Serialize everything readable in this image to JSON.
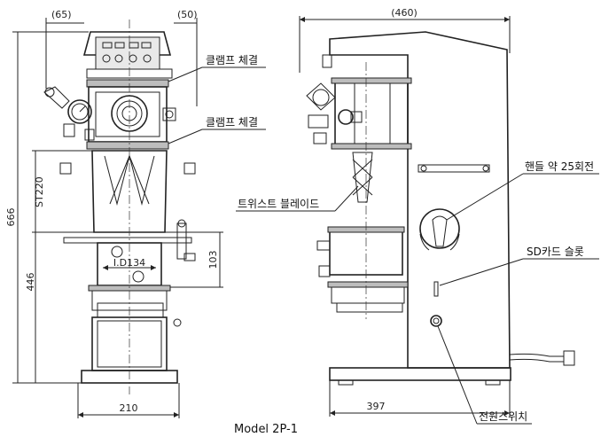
{
  "dimensions": {
    "front_top_left": "(65)",
    "front_top_right": "(50)",
    "side_top_width": "(460)",
    "height_total": "666",
    "stroke": "ST220",
    "height_lower": "446",
    "height_bowl": "103",
    "inner_diameter": "I.D134",
    "front_base_width": "210",
    "side_base_width": "397"
  },
  "labels": {
    "clamp_upper": "클램프 체결",
    "clamp_lower": "클램프 체결",
    "twist_blade": "트위스트 블레이드",
    "handle": "핸들 약 25회전",
    "sd_slot": "SD카드 슬롯",
    "power_switch": "전원스위치"
  },
  "caption": "Model 2P-1"
}
